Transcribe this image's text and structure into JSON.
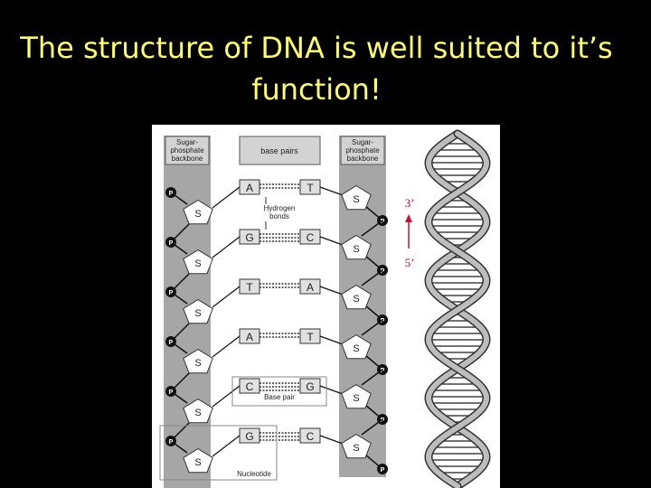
{
  "slide": {
    "title_line1": "The structure of DNA is well suited to it’s",
    "title_line2": "function!"
  },
  "diagram": {
    "left_header_1": "Sugar-",
    "left_header_2": "phosphate",
    "left_header_3": "backbone",
    "middle_header": "base pairs",
    "right_header_1": "Sugar-",
    "right_header_2": "phosphate",
    "right_header_3": "backbone",
    "sugar_label": "S",
    "phosphate_label": "P",
    "pairs": [
      {
        "left": "A",
        "right": "T"
      },
      {
        "left": "G",
        "right": "C"
      },
      {
        "left": "T",
        "right": "A"
      },
      {
        "left": "A",
        "right": "T"
      },
      {
        "left": "C",
        "right": "G"
      },
      {
        "left": "G",
        "right": "C"
      }
    ],
    "hydrogen_label_1": "Hydrogen",
    "hydrogen_label_2": "bonds",
    "base_pair_label": "Base pair",
    "nucleotide_label": "Nucleotide",
    "end_top": "3’",
    "end_bottom": "5’",
    "colors": {
      "title": "#ffff66",
      "direction": "#c8102e",
      "backbone": "#a6a6a6"
    }
  }
}
